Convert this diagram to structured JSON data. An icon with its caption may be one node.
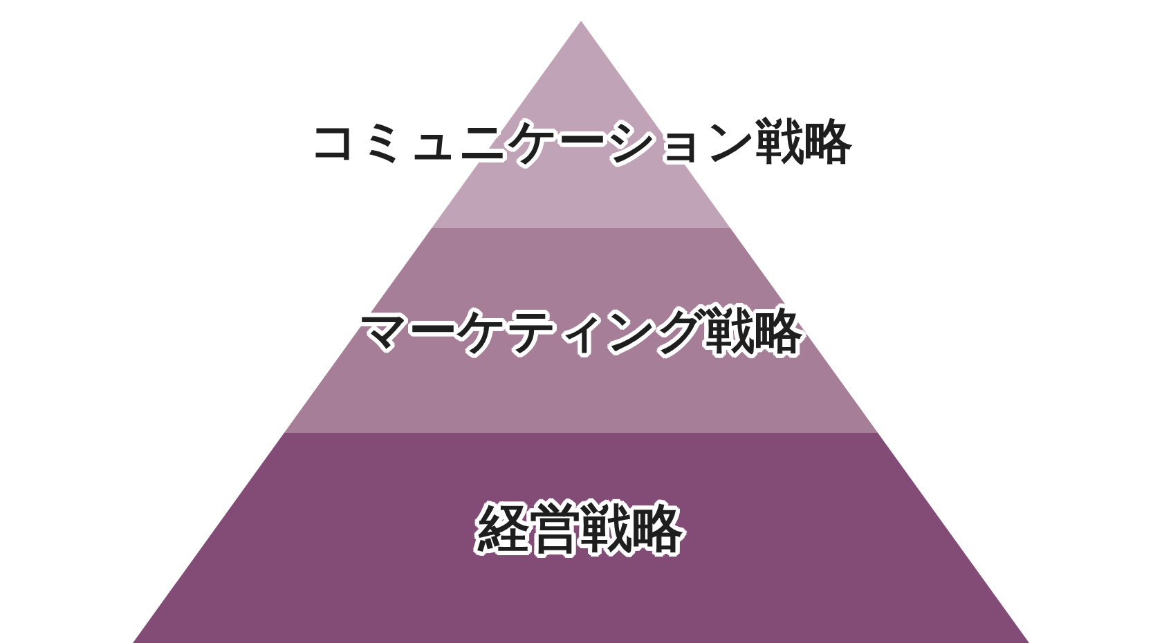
{
  "diagram": {
    "nodes": [
      {
        "text": [
          "コミュニケーション戦略"
        ]
      },
      {
        "text": [
          "マーケティング戦略"
        ]
      },
      {
        "text": [
          "経営戦略"
        ]
      }
    ]
  }
}
